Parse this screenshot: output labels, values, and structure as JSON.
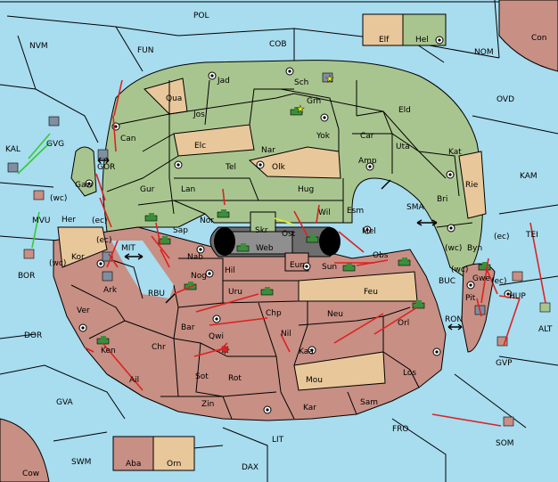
{
  "regions": {
    "POL": "POL",
    "NVM": "NVM",
    "FUN": "FUN",
    "COB": "COB",
    "NOM": "NOM",
    "Con": "Con",
    "Elf": "Elf",
    "Hel": "Hel",
    "OVD": "OVD",
    "KAL": "KAL",
    "GVG": "GVG",
    "GOR": "GOR",
    "Gaw": "Gaw",
    "Can": "Can",
    "Jad": "Jad",
    "Sch": "Sch",
    "Qua": "Qua",
    "Jos": "Jos",
    "Grh": "Grh",
    "Eld": "Eld",
    "Yok": "Yok",
    "Car": "Car",
    "Elc": "Elc",
    "Nar": "Nar",
    "Uta": "Uta",
    "Kat": "Kat",
    "KAM": "KAM",
    "Amp": "Amp",
    "Tel": "Tel",
    "Olk": "Olk",
    "Gur": "Gur",
    "Lan": "Lan",
    "Hug": "Hug",
    "Rie": "Rie",
    "Bri": "Bri",
    "Esm": "Esm",
    "MVU": "MVU",
    "wc1": "(wc)",
    "Her": "Her",
    "ec1": "(ec)",
    "Nor": "Nor",
    "Wil": "Wil",
    "SMA": "SMA",
    "Skr": "Skr",
    "Ost": "Ost",
    "Mel": "Mel",
    "Sap": "Sap",
    "Web": "Web",
    "TEI": "TEI",
    "ec2": "(ec)",
    "MIT": "MIT",
    "Kor": "Kor",
    "wc2": "(wc)",
    "Nab": "Nab",
    "Eun": "Eun",
    "Obs": "Obs",
    "wc3": "(wc)",
    "Byn": "Byn",
    "ec3": "(ec)",
    "BOR": "BOR",
    "Sun": "Sun",
    "wc4": "(wc)",
    "Hil": "Hil",
    "Nog": "Nog",
    "Ark": "Ark",
    "RBU": "RBU",
    "BUC": "BUC",
    "Gwe": "Gwe",
    "HUP": "HUP",
    "ec4": "(ec)",
    "Uru": "Uru",
    "Feu": "Feu",
    "Pit": "Pit",
    "ALT": "ALT",
    "Ver": "Ver",
    "Chp": "Chp",
    "Neu": "Neu",
    "RON": "RON",
    "Bar": "Bar",
    "Orl": "Orl",
    "DOR": "DOR",
    "Qwi": "Qwi",
    "Nil": "Nil",
    "Chr": "Chr",
    "Ken": "Ken",
    "Kaa": "Kaa",
    "GVP": "GVP",
    "Sot": "Sot",
    "Rot": "Rot",
    "Ail": "Ail",
    "Los": "Los",
    "Mou": "Mou",
    "GVA": "GVA",
    "Zin": "Zin",
    "Sam": "Sam",
    "Kar": "Kar",
    "FRO": "FRO",
    "LIT": "LIT",
    "SOM": "SOM",
    "SWM": "SWM",
    "Aba": "Aba",
    "Orn": "Orn",
    "DAX": "DAX",
    "Cow": "Cow"
  },
  "colors": {
    "sea": "#a8dcef",
    "green_power": "#a9c58f",
    "tan_power": "#e8c79a",
    "rose_power": "#c88f84",
    "grey_power": "#8f8f8f",
    "move_order": "#dd2222",
    "support_order": "#33cc33",
    "convoy_order": "#eeee22"
  },
  "unit_icons": [
    "army-icon",
    "fleet-icon",
    "star-icon"
  ]
}
